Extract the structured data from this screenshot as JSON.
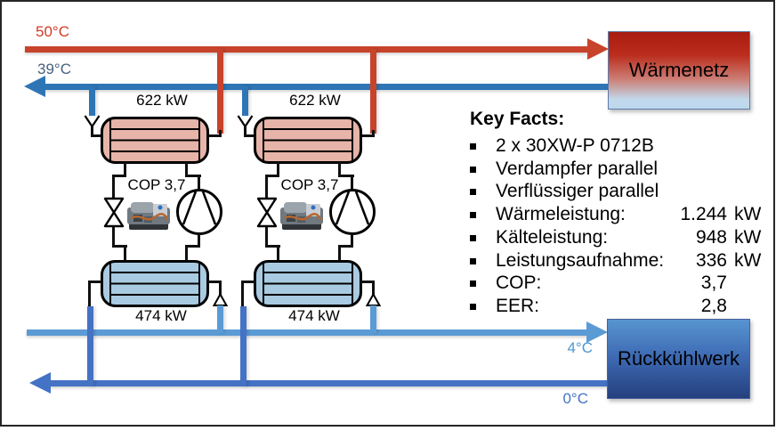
{
  "pipes": {
    "hot_supply": {
      "temp": "50°C",
      "color": "#c8432c"
    },
    "warm_return": {
      "temp": "39°C",
      "color": "#2e75b6"
    },
    "cool_return": {
      "temp": "4°C",
      "color": "#5b9bd5"
    },
    "cold_supply": {
      "temp": "0°C",
      "color": "#4472c4"
    }
  },
  "endpoints": {
    "heat_network": "Wärmenetz",
    "recooling_plant": "Rückkühlwerk"
  },
  "units": [
    {
      "condenser_capacity": "622 kW",
      "cop": "COP 3,7",
      "evaporator_capacity": "474 kW"
    },
    {
      "condenser_capacity": "622 kW",
      "cop": "COP 3,7",
      "evaporator_capacity": "474 kW"
    }
  ],
  "key_facts": {
    "title": "Key Facts:",
    "items": [
      {
        "label": "2 x 30XW-P 0712B",
        "value": "",
        "unit": ""
      },
      {
        "label": "Verdampfer parallel",
        "value": "",
        "unit": ""
      },
      {
        "label": "Verflüssiger parallel",
        "value": "",
        "unit": ""
      },
      {
        "label": "Wärmeleistung:",
        "value": "1.244",
        "unit": "kW"
      },
      {
        "label": "Kälteleistung:",
        "value": "948",
        "unit": "kW"
      },
      {
        "label": "Leistungsaufnahme:",
        "value": "336",
        "unit": "kW"
      },
      {
        "label": "COP:",
        "value": "3,7",
        "unit": ""
      },
      {
        "label": "EER:",
        "value": "2,8",
        "unit": ""
      }
    ]
  },
  "colors": {
    "condenser_fill": "#e6b4a9",
    "evaporator_fill": "#a9cbe2",
    "heat_network_gradient_top": "#a81c10",
    "heat_network_gradient_bottom": "#bdd7ee",
    "recooling_gradient_top": "#5795d0",
    "recooling_gradient_bottom": "#24407e"
  }
}
